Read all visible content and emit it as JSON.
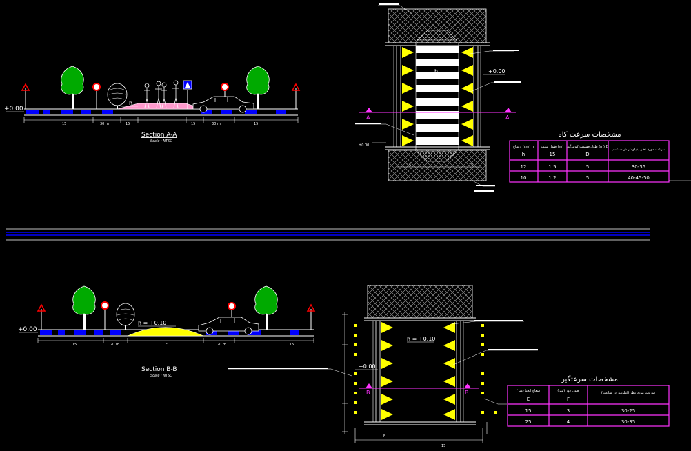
{
  "colors": {
    "background": "#000000",
    "line": "#ffffff",
    "blue": "#0000ff",
    "magenta": "#ff33ff",
    "yellow": "#ffff00",
    "red": "#ff0000",
    "green": "#00aa00",
    "pink": "#ff99cc"
  },
  "section_a": {
    "title": "Section A-A",
    "scale": "Scale : NTSC",
    "level": "+0.00",
    "h_label": "h",
    "dims": [
      "15",
      "30 m",
      "15",
      "15",
      "30 m",
      "15"
    ]
  },
  "section_b": {
    "title": "Section B-B",
    "scale": "Scale : NTSC",
    "level": "+0.00",
    "h_label": "h = +0.10",
    "dims": [
      "15",
      "20 m",
      "F",
      "20 m",
      "15"
    ]
  },
  "plan_a": {
    "h_label": "h",
    "level": "+0.00",
    "cut_label": "A",
    "side_level": "±0.00",
    "dims": [
      "15",
      "15"
    ]
  },
  "plan_b": {
    "h_label": "h = +0.10",
    "level": "+0.00",
    "cut_label": "B",
    "dims": [
      "F",
      "15"
    ]
  },
  "table1": {
    "title": "مشخصات سرعت کاه",
    "headers": [
      "ارتفاع (cm) h",
      "طول شیب (m)",
      "طول قسمت کوبیدگی (m) D",
      "سرعت مورد نظر (کیلومتر در ساعت)"
    ],
    "subheaders": [
      "h",
      "15",
      "D",
      ""
    ],
    "rows": [
      [
        "12",
        "1.5",
        "5",
        "30-35"
      ],
      [
        "10",
        "1.2",
        "5",
        "40-45-50"
      ]
    ]
  },
  "table2": {
    "title": "مشخصات سرعتگیر",
    "headers": [
      "شعاع انحنا (متر)",
      "طول دور (متر)",
      "سرعت مورد نظر (کیلومتر در ساعت)"
    ],
    "subheaders": [
      "E",
      "F",
      ""
    ],
    "rows": [
      [
        "15",
        "3",
        "30-25"
      ],
      [
        "25",
        "4",
        "30-35"
      ]
    ]
  }
}
